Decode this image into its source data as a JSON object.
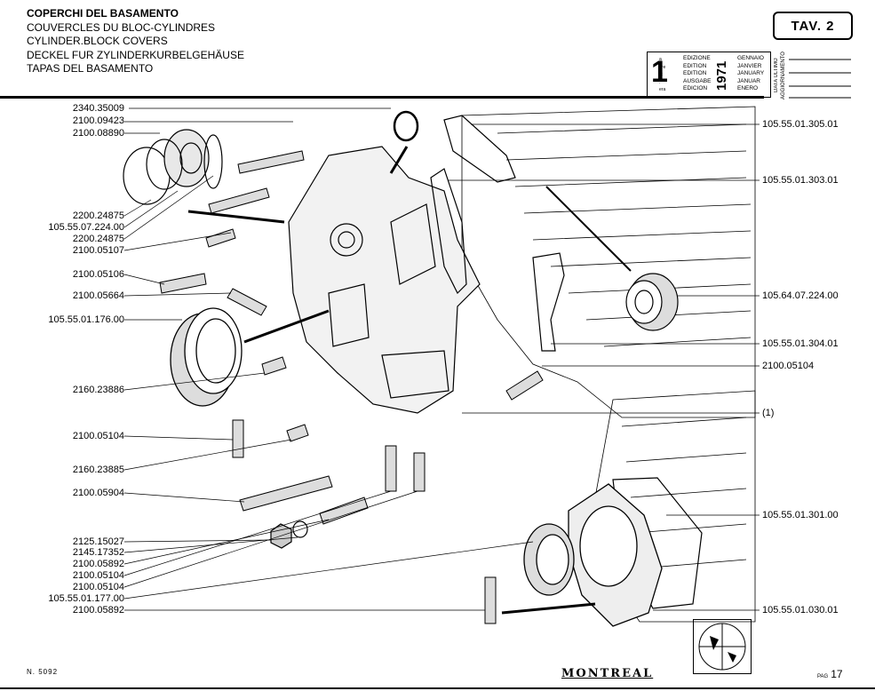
{
  "header": {
    "titles": [
      "COPERCHI DEL BASAMENTO",
      "COUVERCLES DU BLOC-CYLINDRES",
      "CYLINDER.BLOCK COVERS",
      "DECKEL FUR ZYLINDERKURBELGEHÄUSE",
      "TAPAS DEL BASAMENTO"
    ],
    "tav": "TAV. 2"
  },
  "edition": {
    "number": "1",
    "suffixes": [
      "a",
      "ere",
      "st",
      ".",
      "era"
    ],
    "words": [
      "EDIZIONE",
      "EDITION",
      "EDITION",
      "AUSGABE",
      "EDICION"
    ],
    "year": "1971",
    "months": [
      "GENNAIO",
      "JANVIER",
      "JANUARY",
      "JANUAR",
      "ENERO"
    ],
    "update_label": "DATA ULTIMO AGGIORNAMENTO"
  },
  "parts_left": [
    "2340.35009",
    "2100.09423",
    "2100.08890",
    "2200.24875",
    "105.55.07.224.00",
    "2200.24875",
    "2100.05107",
    "2100.05106",
    "2100.05664",
    "105.55.01.176.00",
    "2160.23886",
    "2100.05104",
    "2160.23885",
    "2100.05904",
    "2125.15027",
    "2145.17352",
    "2100.05892",
    "2100.05104",
    "2100.05104",
    "105.55.01.177.00",
    "2100.05892"
  ],
  "parts_right": [
    "105.55.01.305.01",
    "105.55.01.303.01",
    "105.64.07.224.00",
    "105.55.01.304.01",
    "2100.05104",
    "(1)",
    "105.55.01.301.00",
    "105.55.01.030.01"
  ],
  "footer": {
    "doc_number": "N. 5092",
    "brand": "MONTREAL",
    "page_prefix": "PAG",
    "page": "17"
  }
}
